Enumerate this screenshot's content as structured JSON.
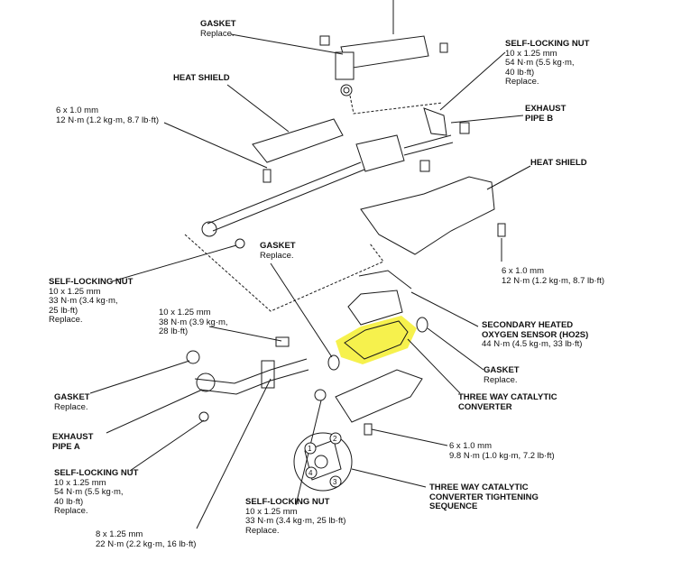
{
  "labels": {
    "gasket_top": {
      "title": "GASKET",
      "lines": [
        "Replace."
      ]
    },
    "heat_shield_top": {
      "title": "HEAT SHIELD",
      "lines": []
    },
    "self_locking_nut_top": {
      "title": "SELF-LOCKING NUT",
      "lines": [
        "10 x 1.25 mm",
        "54 N·m (5.5 kg·m,",
        "40 lb·ft)",
        "Replace."
      ]
    },
    "exhaust_pipe_b": {
      "title": "EXHAUST",
      "lines": [
        "PIPE B"
      ]
    },
    "bolt_6x1_top": {
      "title": "",
      "lines": [
        "6 x 1.0 mm",
        "12 N·m (1.2 kg·m, 8.7 lb·ft)"
      ]
    },
    "heat_shield_right": {
      "title": "HEAT SHIELD",
      "lines": []
    },
    "gasket_mid": {
      "title": "GASKET",
      "lines": [
        "Replace."
      ]
    },
    "bolt_6x1_right": {
      "title": "",
      "lines": [
        "6 x 1.0 mm",
        "12 N·m (1.2 kg·m, 8.7 lb·ft)"
      ]
    },
    "self_locking_nut_left": {
      "title": "SELF-LOCKING NUT",
      "lines": [
        "10 x 1.25 mm",
        "33 N·m (3.4 kg·m,",
        "25 lb·ft)",
        "Replace."
      ]
    },
    "nut_10x125_mid": {
      "title": "",
      "lines": [
        "10 x 1.25 mm",
        "38 N·m (3.9 kg·m,",
        "28 lb·ft)"
      ]
    },
    "ho2s": {
      "title": "SECONDARY HEATED",
      "title2": "OXYGEN SENSOR (HO2S)",
      "lines": [
        "44 N·m (4.5 kg·m, 33 lb·ft)"
      ]
    },
    "gasket_right": {
      "title": "GASKET",
      "lines": [
        "Replace."
      ]
    },
    "gasket_left": {
      "title": "GASKET",
      "lines": [
        "Replace."
      ]
    },
    "twc": {
      "title": "THREE WAY CATALYTIC",
      "title2": "CONVERTER",
      "lines": []
    },
    "exhaust_pipe_a": {
      "title": "EXHAUST",
      "lines": [
        "PIPE A"
      ]
    },
    "bolt_6x1_bottom": {
      "title": "",
      "lines": [
        "6 x 1.0 mm",
        "9.8 N·m (1.0 kg·m, 7.2 lb·ft)"
      ]
    },
    "self_locking_nut_bl": {
      "title": "SELF-LOCKING NUT",
      "lines": [
        "10 x 1.25 mm",
        "54 N·m (5.5 kg·m,",
        "40 lb·ft)",
        "Replace."
      ]
    },
    "twc_sequence": {
      "title": "THREE WAY CATALYTIC",
      "title2": "CONVERTER TIGHTENING",
      "title3": "SEQUENCE",
      "lines": []
    },
    "self_locking_nut_bottom": {
      "title": "SELF-LOCKING NUT",
      "lines": [
        "10 x 1.25 mm",
        "33 N·m (3.4 kg·m, 25 lb·ft)",
        "Replace."
      ]
    },
    "bolt_8x125": {
      "title": "",
      "lines": [
        "8 x 1.25 mm",
        "22 N·m (2.2 kg·m, 16 lb·ft)"
      ]
    }
  },
  "sequence_numbers": [
    "1",
    "2",
    "3",
    "4"
  ],
  "colors": {
    "line": "#1a1a1a",
    "highlight": "#f5ee2e"
  }
}
